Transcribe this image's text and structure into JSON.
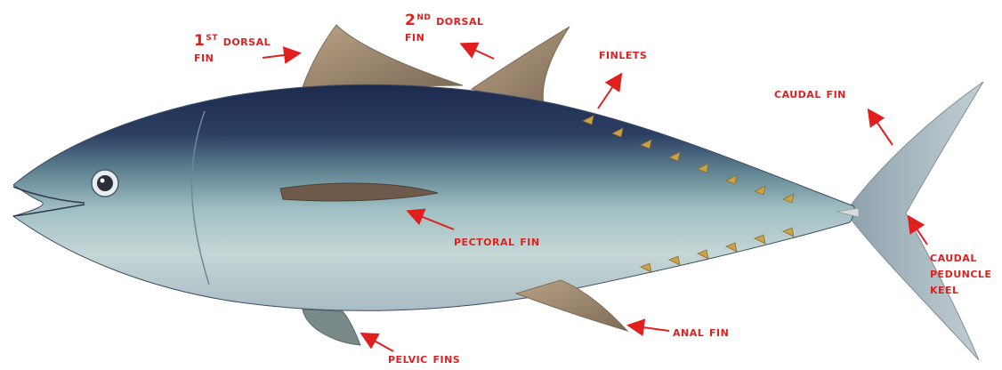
{
  "labels": {
    "first_dorsal_num": "1",
    "first_dorsal_sup": "ST",
    "first_dorsal_l1": "DORSAL",
    "first_dorsal_l2": "FIN",
    "second_dorsal_num": "2",
    "second_dorsal_sup": "ND",
    "second_dorsal_l1": "DORSAL",
    "second_dorsal_l2": "FIN",
    "finlets": "Finlets",
    "caudal_fin": "Caudal fin",
    "pectoral_fin": "Pectoral fin",
    "caudal_peduncle_l1": "Caudal",
    "caudal_peduncle_l2": "peduncle",
    "caudal_peduncle_l3": "keel",
    "anal_fin": "Anal fin",
    "pelvic_fins": "Pelvic fins"
  },
  "colors": {
    "label": "#e0201e",
    "back": "#1f2f55",
    "belly": "#c9d6da",
    "fin": "#a88f73"
  }
}
